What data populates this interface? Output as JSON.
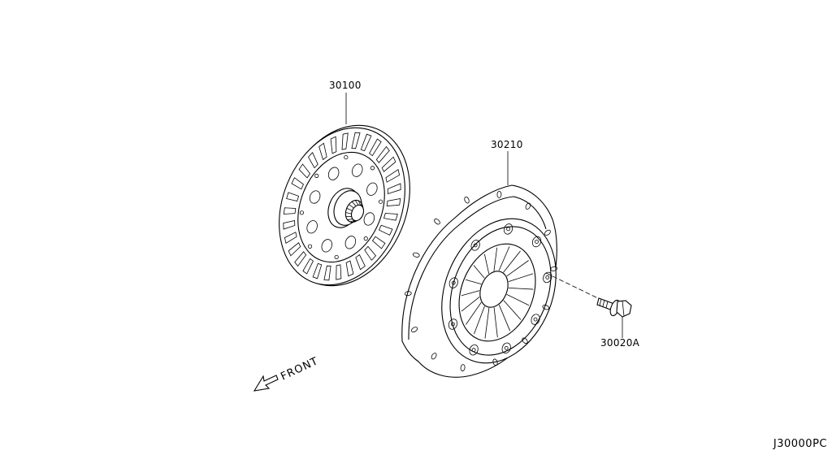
{
  "parts": {
    "clutch_disc": {
      "number": "30100"
    },
    "clutch_cover": {
      "number": "30210"
    },
    "bolt": {
      "number": "30020A"
    }
  },
  "front_indicator": {
    "text": "FRONT"
  },
  "diagram_id": "J30000PC"
}
